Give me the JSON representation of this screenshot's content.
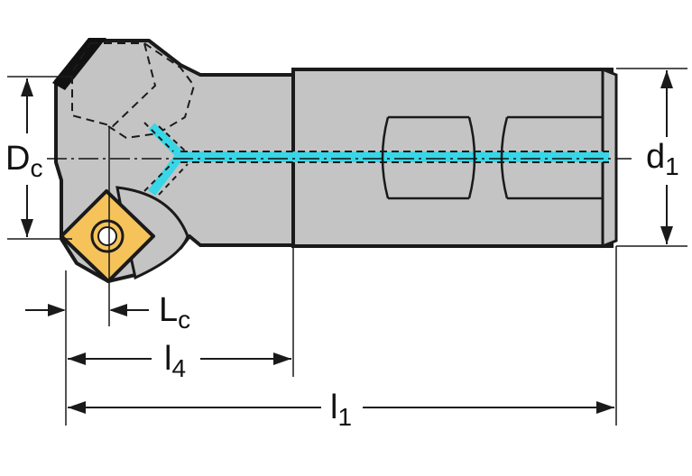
{
  "diagram": {
    "labels": {
      "dc": {
        "main": "D",
        "sub": "c"
      },
      "d1": {
        "main": "d",
        "sub": "1"
      },
      "lc": {
        "main": "L",
        "sub": "c"
      },
      "l4": {
        "main": "l",
        "sub": "4"
      },
      "l1": {
        "main": "l",
        "sub": "1"
      }
    },
    "colors": {
      "body": "#c4c4c4",
      "outline": "#1a1a1a",
      "coolant": "#38d6e6",
      "insert": "#f5c35a",
      "background": "#ffffff"
    }
  }
}
